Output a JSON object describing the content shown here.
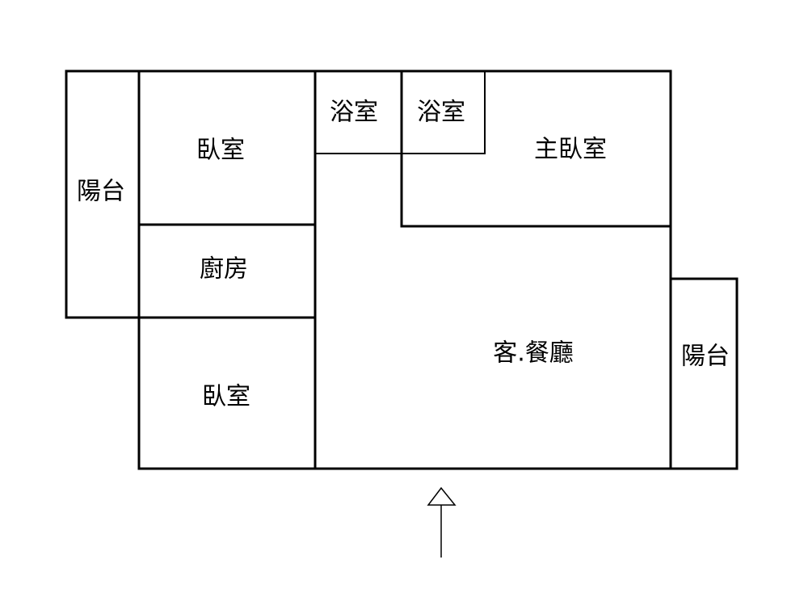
{
  "rooms": {
    "balcony_left": "陽台",
    "bedroom_top": "臥室",
    "kitchen": "廚房",
    "bedroom_bottom": "臥室",
    "bathroom_1": "浴室",
    "bathroom_2": "浴室",
    "master_bedroom": "主臥室",
    "living_dining": "客.餐廳",
    "balcony_right": "陽台"
  },
  "entrance_icon": "arrow-up-icon"
}
